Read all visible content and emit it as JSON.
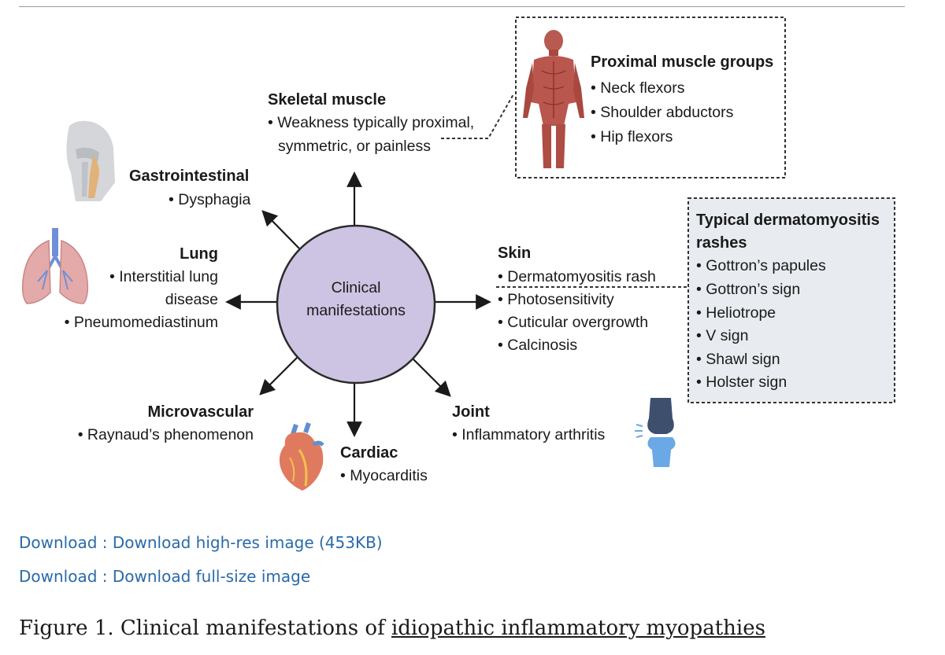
{
  "diagram": {
    "center": {
      "line1": "Clinical",
      "line2": "manifestations"
    },
    "skeletal": {
      "heading": "Skeletal muscle",
      "line1": "• Weakness typically proximal,",
      "line2": "symmetric, or painless"
    },
    "proximal_box": {
      "heading": "Proximal muscle groups",
      "items": [
        "• Neck flexors",
        "• Shoulder abductors",
        "• Hip flexors"
      ]
    },
    "gastro": {
      "heading": "Gastrointestinal",
      "item": "• Dysphagia"
    },
    "lung": {
      "heading": "Lung",
      "line1": "• Interstitial lung",
      "line2": "disease",
      "line3": "• Pneumomediastinum"
    },
    "skin": {
      "heading": "Skin",
      "items": [
        "• Dermatomyositis rash",
        "• Photosensitivity",
        "• Cuticular overgrowth",
        "• Calcinosis"
      ]
    },
    "rash_box": {
      "heading1": "Typical dermatomyositis",
      "heading2": "rashes",
      "items": [
        "• Gottron’s papules",
        "• Gottron’s sign",
        "• Heliotrope",
        "• V sign",
        "• Shawl sign",
        "• Holster sign"
      ]
    },
    "microvascular": {
      "heading": "Microvascular",
      "item": "• Raynaud’s phenomenon"
    },
    "cardiac": {
      "heading": "Cardiac",
      "item": "• Myocarditis"
    },
    "joint": {
      "heading": "Joint",
      "item": "• Inflammatory arthritis"
    },
    "icons": [
      "muscle-figure-icon",
      "throat-icon",
      "lungs-icon",
      "heart-icon",
      "knee-joint-icon"
    ],
    "colors": {
      "circle_fill": "#cdc4e3",
      "circle_stroke": "#2a2a2a",
      "rash_box_fill": "#e8ebef",
      "link": "#2a6aa9"
    }
  },
  "downloads": {
    "highres": "Download : Download high-res image (453KB)",
    "fullsize": "Download : Download full-size image"
  },
  "caption": {
    "prefix": "Figure 1. Clinical manifestations of ",
    "link": "idiopathic inflammatory myopathies"
  }
}
